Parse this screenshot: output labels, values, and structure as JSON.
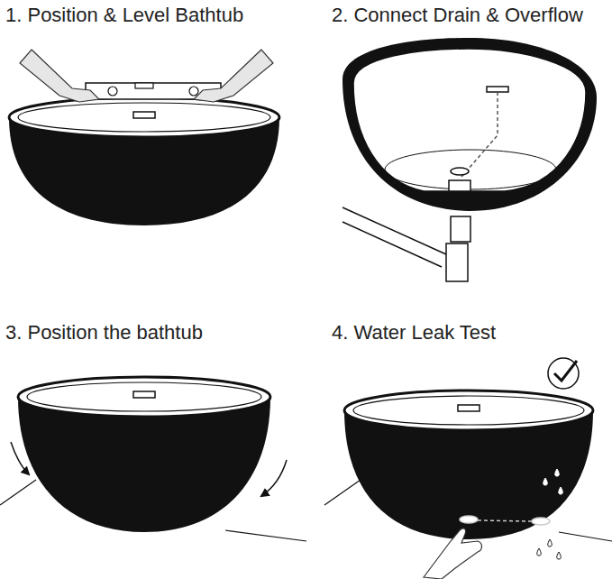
{
  "diagram": {
    "labels": [
      "1. Position & Level Bathtub",
      "2. Connect Drain & Overflow",
      "3. Position the bathtub",
      "4. Water Leak Test"
    ]
  }
}
